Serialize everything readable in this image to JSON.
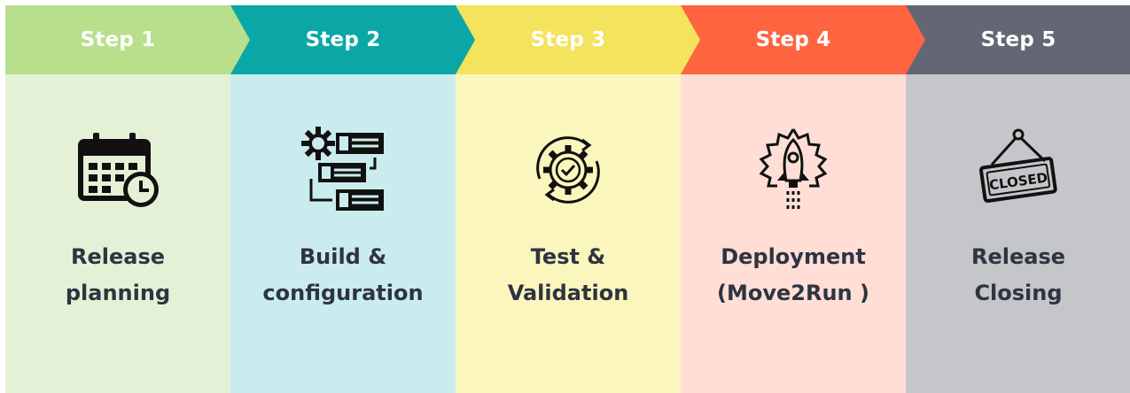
{
  "steps": [
    {
      "label": "Step 1",
      "title_line1": "Release",
      "title_line2": "planning",
      "icon": "calendar-clock-icon",
      "header_color": "#b7df8c",
      "body_color": "#e5f1d6"
    },
    {
      "label": "Step 2",
      "title_line1": "Build &",
      "title_line2": "configuration",
      "icon": "gear-numbered-list-icon",
      "header_color": "#0aa7a6",
      "body_color": "#cbecee"
    },
    {
      "label": "Step 3",
      "title_line1": "Test &",
      "title_line2": "Validation",
      "icon": "gear-check-cycle-icon",
      "header_color": "#f3e35d",
      "body_color": "#faf6bd"
    },
    {
      "label": "Step 4",
      "title_line1": "Deployment",
      "title_line2": "(Move2Run )",
      "icon": "rocket-gear-icon",
      "header_color": "#ff6441",
      "body_color": "#ffded6"
    },
    {
      "label": "Step 5",
      "title_line1": "Release",
      "title_line2": "Closing",
      "icon": "closed-sign-icon",
      "icon_text": "CLOSED",
      "header_color": "#636773",
      "body_color": "#c4c6c9"
    }
  ]
}
